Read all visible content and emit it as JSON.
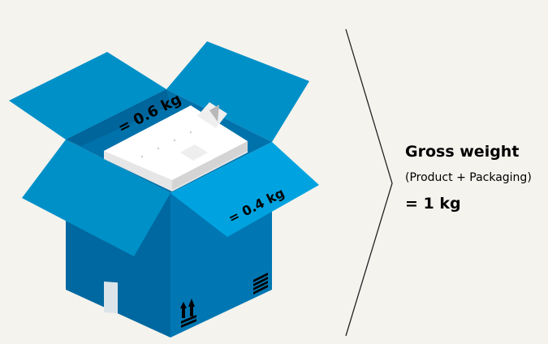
{
  "product_weight_label": "= 0.6 kg",
  "packaging_weight_label": "= 0.4 kg",
  "summary": {
    "title": "Gross weight",
    "subtitle": "(Product + Packaging)",
    "total": "= 1 kg"
  },
  "colors": {
    "background": "#f5f3ee",
    "flap": "#0090c8",
    "flap_front_right": "#00a3e0",
    "box_left": "#0068a0",
    "box_right": "#0077b3",
    "interior": "#0072ab",
    "shirt": "#ffffff",
    "text": "#000000"
  }
}
